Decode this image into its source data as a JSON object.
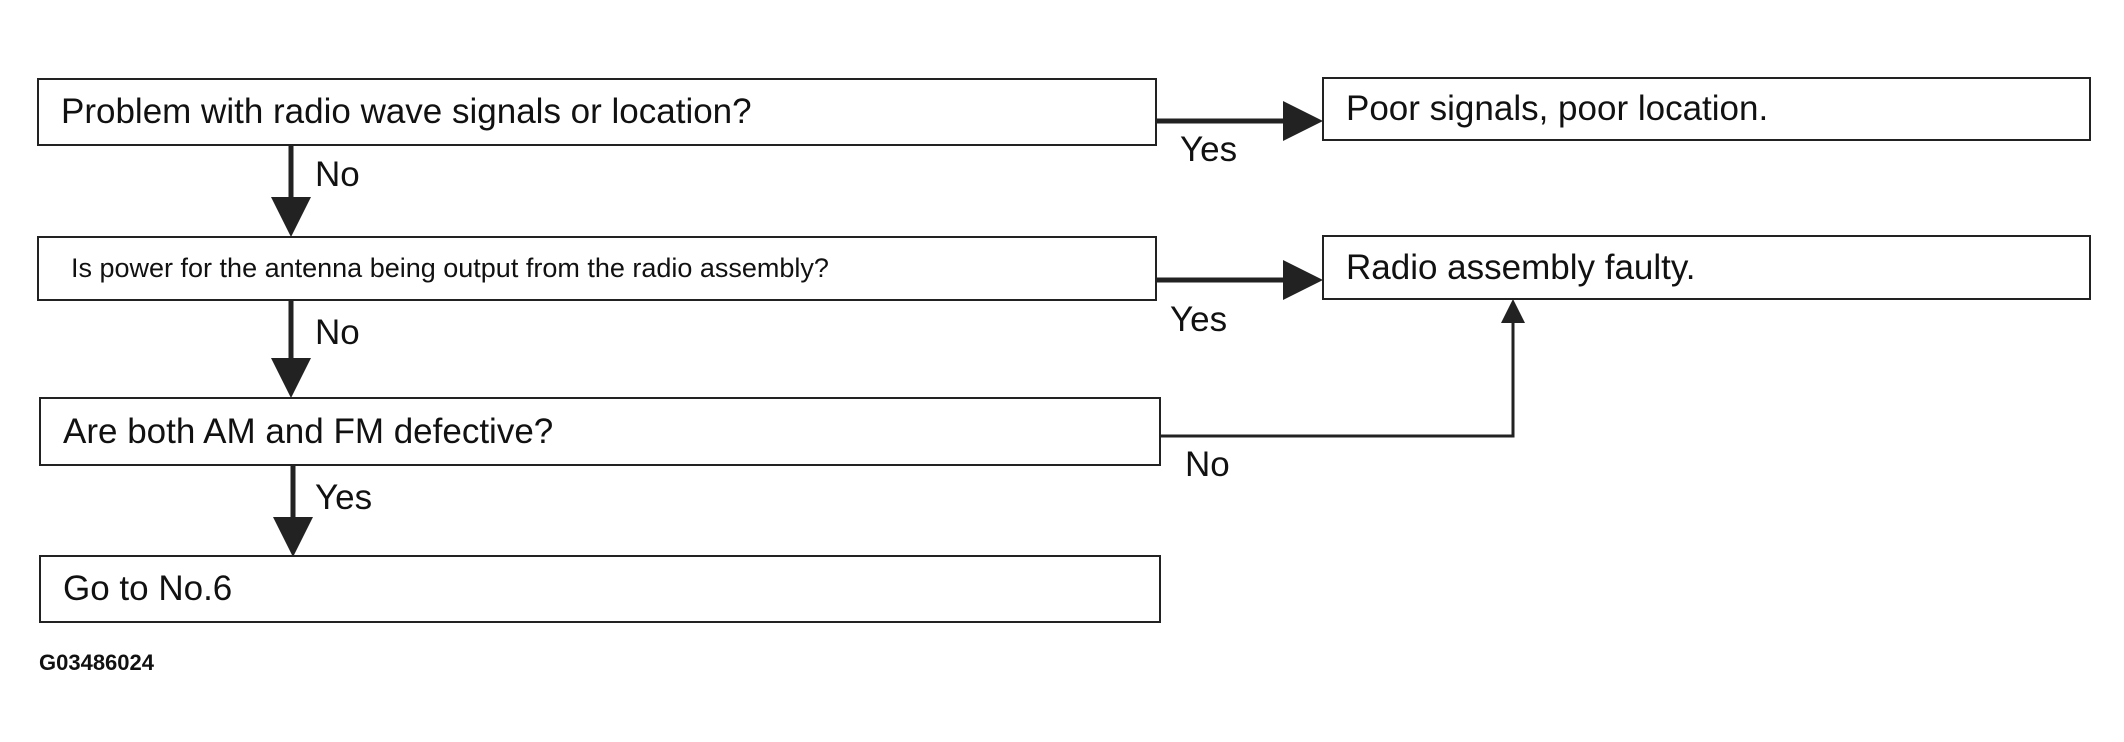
{
  "boxes": {
    "q1": "Problem with radio wave signals or location?",
    "q2": "Is power for the antenna being output from the radio assembly?",
    "q3": "Are both AM and FM defective?",
    "end": "Go to No.6",
    "r1": "Poor signals, poor location.",
    "r2": "Radio assembly faulty."
  },
  "labels": {
    "q1_no": "No",
    "q1_yes": "Yes",
    "q2_no": "No",
    "q2_yes": "Yes",
    "q3_yes": "Yes",
    "q3_no": "No"
  },
  "figure_code": "G03486024",
  "colors": {
    "line": "#222222",
    "background": "#ffffff"
  }
}
